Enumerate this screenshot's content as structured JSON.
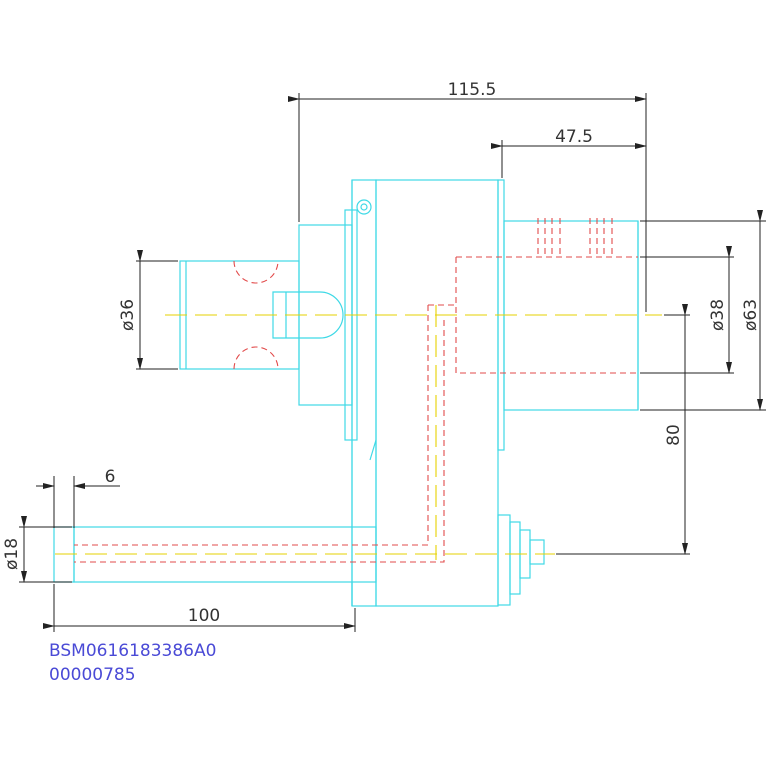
{
  "dimensions": {
    "overall_length": "115.5",
    "shaft_length": "47.5",
    "input_diameter": "ø36",
    "output_diameter_inner": "ø38",
    "output_diameter_outer": "ø63",
    "offset": "80",
    "motor_diameter": "ø18",
    "gap": "6",
    "motor_length": "100"
  },
  "part_number": {
    "line1": "BSM0616183386A0",
    "line2": "00000785"
  },
  "colors": {
    "outline": "#3fd9e6",
    "hidden": "#e24b4b",
    "centerline": "#e6d200",
    "part_text": "#4a4ad6"
  }
}
